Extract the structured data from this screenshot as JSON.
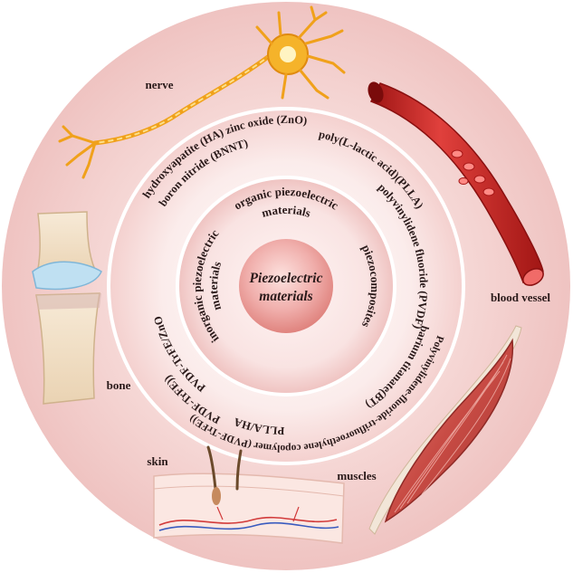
{
  "center": {
    "line1": "Piezoelectric",
    "line2": "materials"
  },
  "inner_ring": {
    "organic": "organic  piezoelectric",
    "organic2": "materials",
    "inorganic": "inorganic  piezoelectric",
    "inorganic2": "materials",
    "composites": "piezocomposites"
  },
  "materials_ring": {
    "zno": "hydroxyapatite (HA) zinc oxide (ZnO)",
    "bnnt": "boron nitride (BNNT)",
    "plla": "poly(L-lactic acid)(PLLA)",
    "pvdf": "polyvinylidene fluoride (PVDF)",
    "bt": "barium titanate(BT)",
    "pla_ha": "PLLA/HA",
    "pvdf_trfe_zno": "PVDF-TrFE/ZnO",
    "pvdf_trfe_bottom": "Polyvinylidene-fluoride-trifluoroethylene copolymer (PVDF-TrFE))",
    "pvdf_trfe_left": "PVDF-TrFE))"
  },
  "organs": {
    "nerve": "nerve",
    "blood_vessel": "blood vessel",
    "bone": "bone",
    "skin": "skin",
    "muscles": "muscles"
  },
  "colors": {
    "outer_disc": "#f3cfcd",
    "ring_light": "#f9e2e0",
    "ring_mid": "#f4d1cf",
    "center": "#e99a98",
    "vessel": "#c8201f",
    "muscle": "#c8534c",
    "nerve": "#f0a11b"
  }
}
